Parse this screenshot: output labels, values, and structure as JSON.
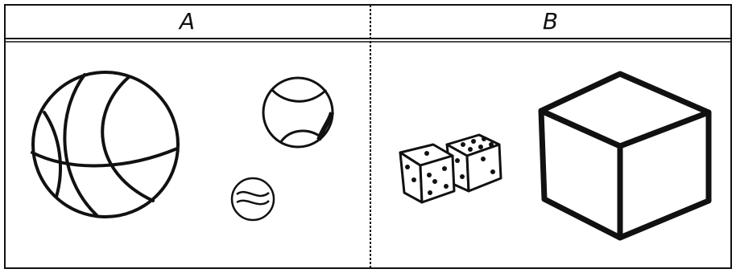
{
  "columns": [
    {
      "id": "A",
      "header": "A",
      "objects": [
        "basketball-icon",
        "tennis-ball-icon",
        "marble-icon"
      ]
    },
    {
      "id": "B",
      "header": "B",
      "objects": [
        "dice-icon",
        "cube-icon"
      ]
    }
  ],
  "colors": {
    "ink": "#111111",
    "background": "#ffffff"
  }
}
